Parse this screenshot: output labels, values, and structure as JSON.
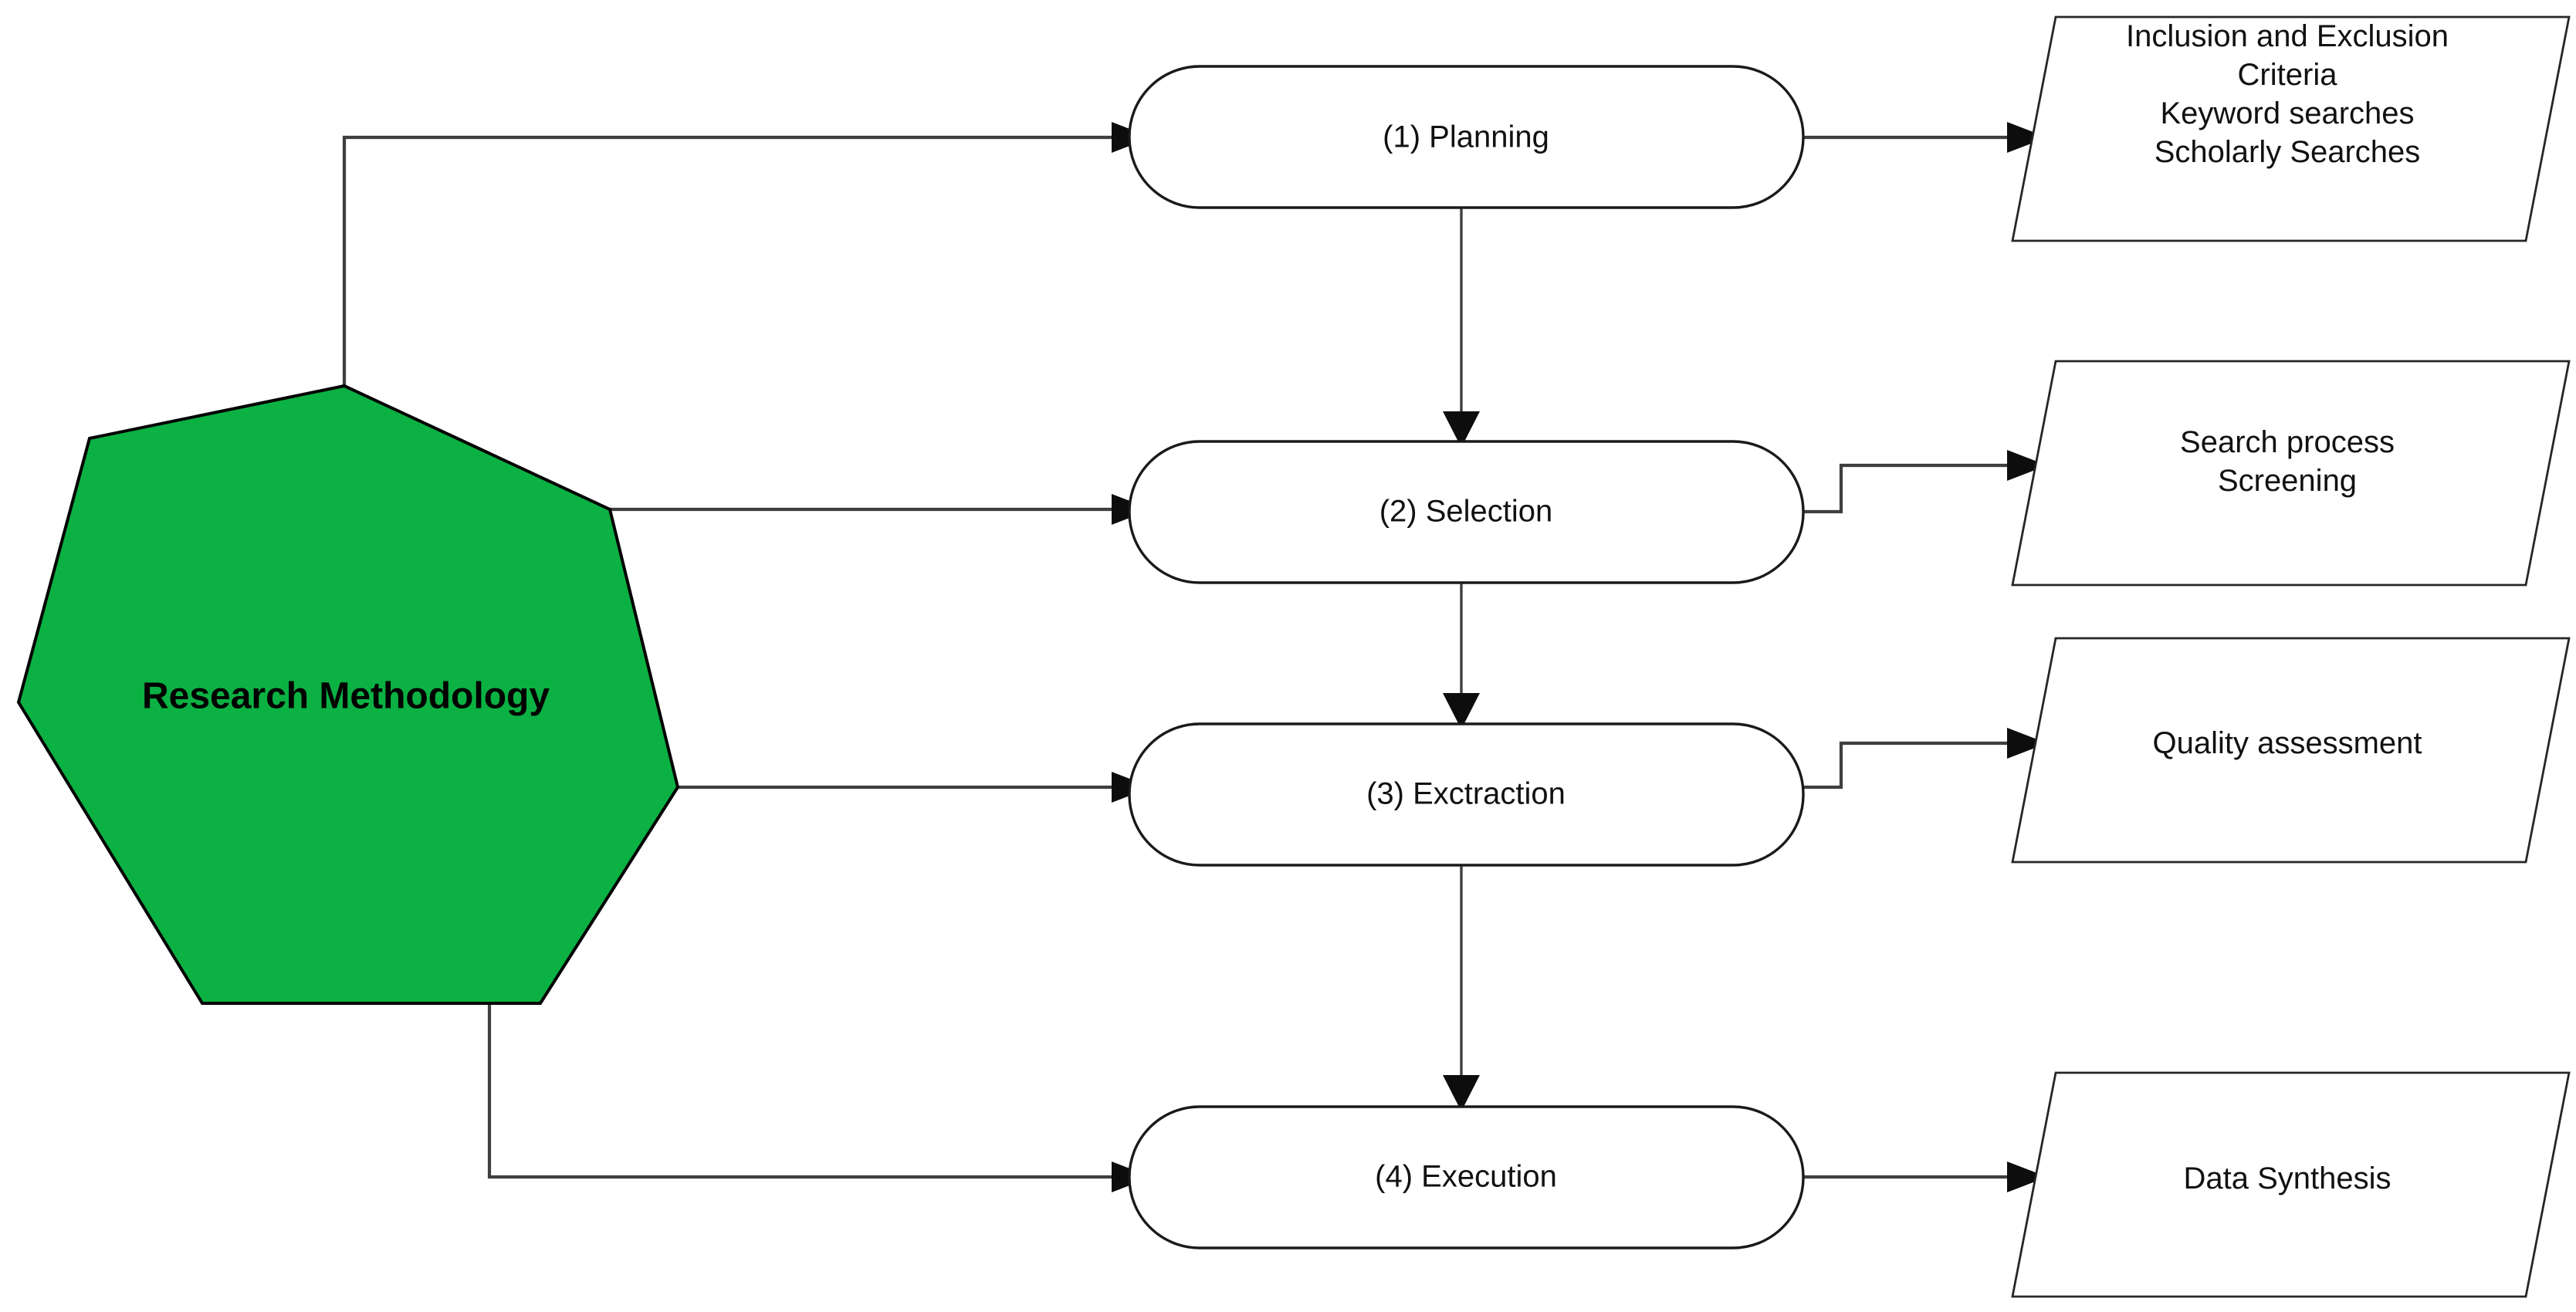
{
  "diagram": {
    "type": "flowchart",
    "title_shape": {
      "name": "Research Methodology",
      "label": "Research Methodology",
      "shape": "heptagon",
      "fill": "#0BB143",
      "stroke": "#000000",
      "text_color": "#000000"
    },
    "stages": [
      {
        "id": "planning",
        "label": "(1)  Planning",
        "shape": "rounded-rectangle"
      },
      {
        "id": "selection",
        "label": "(2)  Selection",
        "shape": "rounded-rectangle"
      },
      {
        "id": "exctraction",
        "label": "(3) Exctraction",
        "shape": "rounded-rectangle"
      },
      {
        "id": "execution",
        "label": "(4) Execution",
        "shape": "rounded-rectangle"
      }
    ],
    "outputs": [
      {
        "id": "planning-output",
        "shape": "parallelogram",
        "lines": [
          "Inclusion and Exclusion",
          "Criteria",
          "Keyword searches",
          "Scholarly Searches"
        ]
      },
      {
        "id": "selection-output",
        "shape": "parallelogram",
        "lines": [
          "Search process",
          "Screening"
        ]
      },
      {
        "id": "exctraction-output",
        "shape": "parallelogram",
        "lines": [
          "Quality assessment"
        ]
      },
      {
        "id": "execution-output",
        "shape": "parallelogram",
        "lines": [
          "Data Synthesis"
        ]
      }
    ],
    "colors": {
      "background": "#FFFFFF",
      "accent_green": "#0BB143",
      "line": "#3F3F3F",
      "shape_outline": "#1A1A1A",
      "text": "#111111"
    }
  }
}
